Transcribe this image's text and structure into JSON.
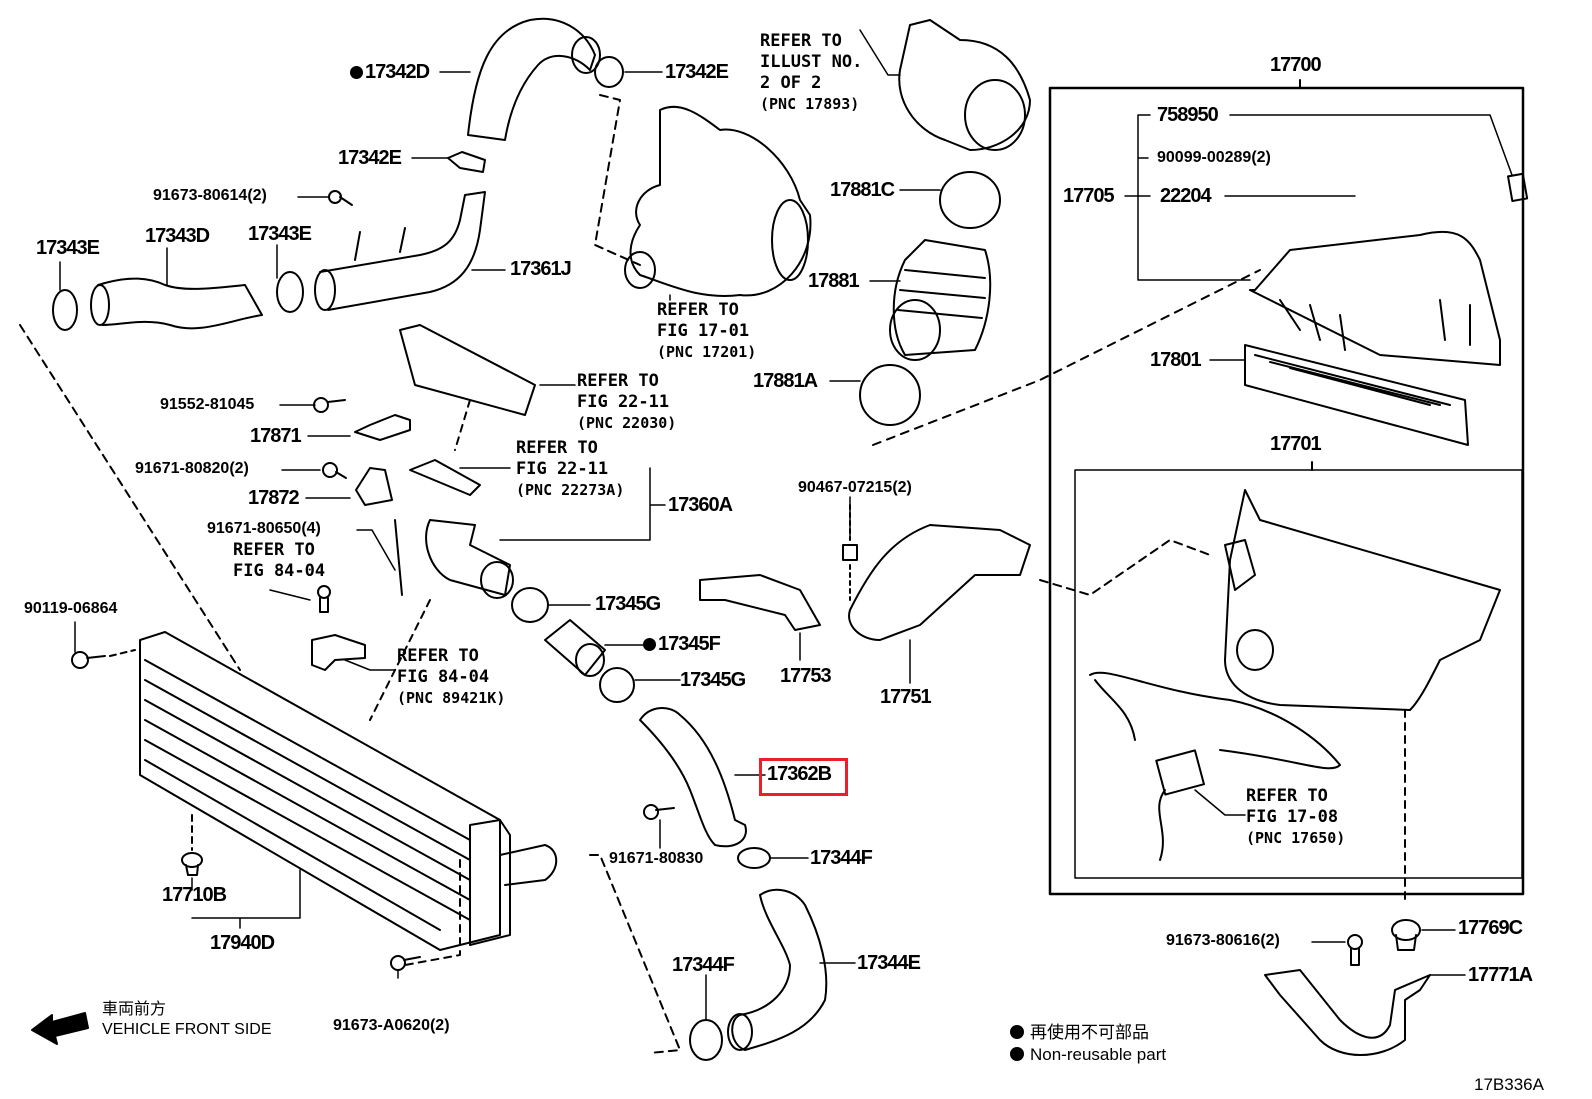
{
  "diagram": {
    "id": "17B336A",
    "highlighted_part": "17362B",
    "labels": {
      "p17342D": "17342D",
      "p17342E_top": "17342E",
      "p17342E_mid": "17342E",
      "p91673_80614": "91673-80614(2)",
      "p17343E_left": "17343E",
      "p17343D": "17343D",
      "p17343E_right": "17343E",
      "p17361J": "17361J",
      "p91552_81045": "91552-81045",
      "p17871": "17871",
      "p91671_80820": "91671-80820(2)",
      "p17872": "17872",
      "p91671_80650": "91671-80650(4)",
      "p90119_06864": "90119-06864",
      "p17360A": "17360A",
      "p17345G_top": "17345G",
      "p17345F": "17345F",
      "p17345G_bot": "17345G",
      "p17753": "17753",
      "p17751": "17751",
      "p90467_07215": "90467-07215(2)",
      "p17362B": "17362B",
      "p91671_80830": "91671-80830",
      "p17344F_top": "17344F",
      "p17344F_bot": "17344F",
      "p17344E": "17344E",
      "p17710B": "17710B",
      "p17940D": "17940D",
      "p91673_A0620": "91673-A0620(2)",
      "p17881C": "17881C",
      "p17881": "17881",
      "p17881A": "17881A",
      "p17700": "17700",
      "p758950": "758950",
      "p90099_00289": "90099-00289(2)",
      "p17705": "17705",
      "p22204": "22204",
      "p17801": "17801",
      "p17701": "17701",
      "p17769C": "17769C",
      "p91673_80616": "91673-80616(2)",
      "p17771A": "17771A"
    },
    "references": {
      "illust_2of2": {
        "line1": "REFER TO",
        "line2": "ILLUST NO.",
        "line3": "2 OF 2",
        "pnc": "(PNC 17893)"
      },
      "fig_17_01": {
        "line1": "REFER TO",
        "line2": "FIG 17-01",
        "pnc": "(PNC 17201)"
      },
      "fig_22_11_a": {
        "line1": "REFER TO",
        "line2": "FIG 22-11",
        "pnc": "(PNC 22030)"
      },
      "fig_22_11_b": {
        "line1": "REFER TO",
        "line2": "FIG 22-11",
        "pnc": "(PNC 22273A)"
      },
      "fig_84_04_a": {
        "line1": "REFER TO",
        "line2": "FIG 84-04"
      },
      "fig_84_04_b": {
        "line1": "REFER TO",
        "line2": "FIG 84-04",
        "pnc": "(PNC 89421K)"
      },
      "fig_17_08": {
        "line1": "REFER TO",
        "line2": "FIG 17-08",
        "pnc": "(PNC 17650)"
      }
    },
    "direction": {
      "jp": "車両前方",
      "en": "VEHICLE FRONT SIDE"
    },
    "legend": {
      "jp": "再使用不可部品",
      "en": "Non-reusable part"
    },
    "colors": {
      "highlight": "#e8202a",
      "ink": "#000000"
    }
  }
}
